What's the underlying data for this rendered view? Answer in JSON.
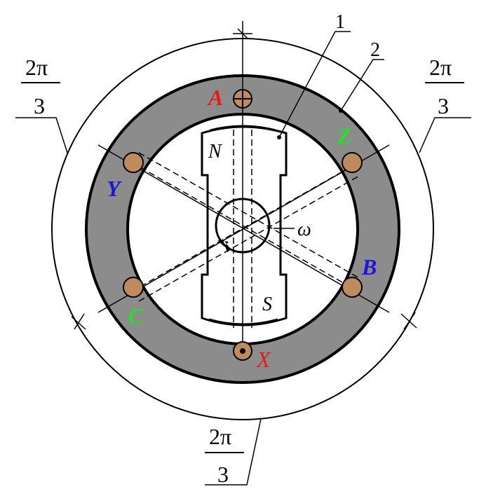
{
  "colors": {
    "stator_fill": "#8c8c8c",
    "conductor_fill": "#c08b5c",
    "line": "#000000",
    "phase_A": "#e51a1a",
    "phase_X": "#e51a1a",
    "phase_B": "#1a1ad6",
    "phase_Y": "#1a1ad6",
    "phase_C": "#22e022",
    "phase_Z": "#22e022"
  },
  "labels": {
    "part_rotor": "1",
    "part_stator": "2",
    "omega": "ω",
    "north": "N",
    "south": "S"
  },
  "phases": {
    "A": "A",
    "B": "B",
    "C": "C",
    "X": "X",
    "Y": "Y",
    "Z": "Z"
  },
  "angles": {
    "left": {
      "numerator": "2π",
      "denominator": "3"
    },
    "right": {
      "numerator": "2π",
      "denominator": "3"
    },
    "bottom": {
      "numerator": "2π",
      "denominator": "3"
    }
  }
}
